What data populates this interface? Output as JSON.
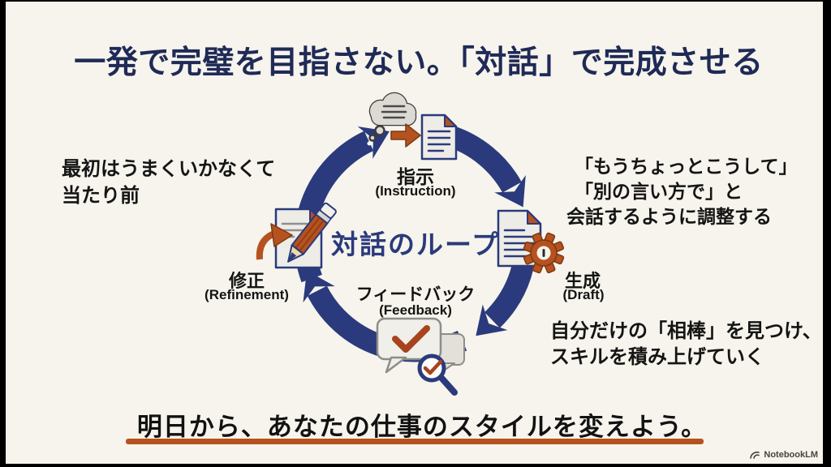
{
  "colors": {
    "navy": "#2a3a7c",
    "title-navy": "#1f2a57",
    "orange": "#b5521f",
    "cream": "#f6f4ec",
    "ink": "#141414"
  },
  "title": {
    "text": "一発で完璧を目指さない。「対話」で完成させる"
  },
  "diagram": {
    "center_label": "対話のループ",
    "direction": "clockwise",
    "nodes": [
      {
        "ja": "指示",
        "en": "(Instruction)",
        "icon": "thought-cloud-to-document"
      },
      {
        "ja": "生成",
        "en": "(Draft)",
        "icon": "document-with-gear"
      },
      {
        "ja": "フィードバック",
        "en": "(Feedback)",
        "icon": "chat-bubbles-check-magnifier"
      },
      {
        "ja": "修正",
        "en": "(Refinement)",
        "icon": "document-with-pencil-refresh-arrow"
      }
    ]
  },
  "notes": {
    "left": [
      "最初はうまくいかなくて",
      "当たり前"
    ],
    "right_top": [
      "「もうちょっとこうして」",
      "「別の言い方で」と",
      "会話するように調整する"
    ],
    "right_bottom": [
      "自分だけの「相棒」を見つけ、",
      "スキルを積み上げていく"
    ]
  },
  "footer": {
    "statement": "明日から、あなたの仕事のスタイルを変えよう。"
  },
  "watermark": {
    "label": "NotebookLM"
  }
}
